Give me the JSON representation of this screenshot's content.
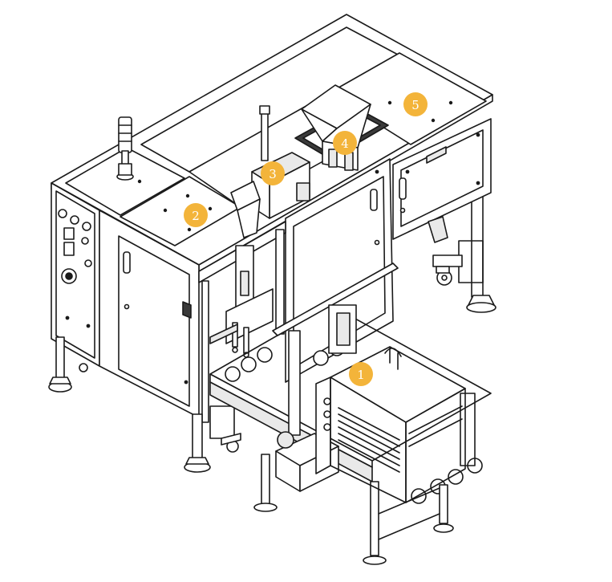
{
  "colors": {
    "line": "#1a1a1a",
    "fill": "#ffffff",
    "shade": "#e9e9e9",
    "dark": "#3a3a3a",
    "badge": "#f3b43a"
  },
  "callouts": [
    {
      "label": "1"
    },
    {
      "label": "2"
    },
    {
      "label": "3"
    },
    {
      "label": "4"
    },
    {
      "label": "5"
    }
  ]
}
